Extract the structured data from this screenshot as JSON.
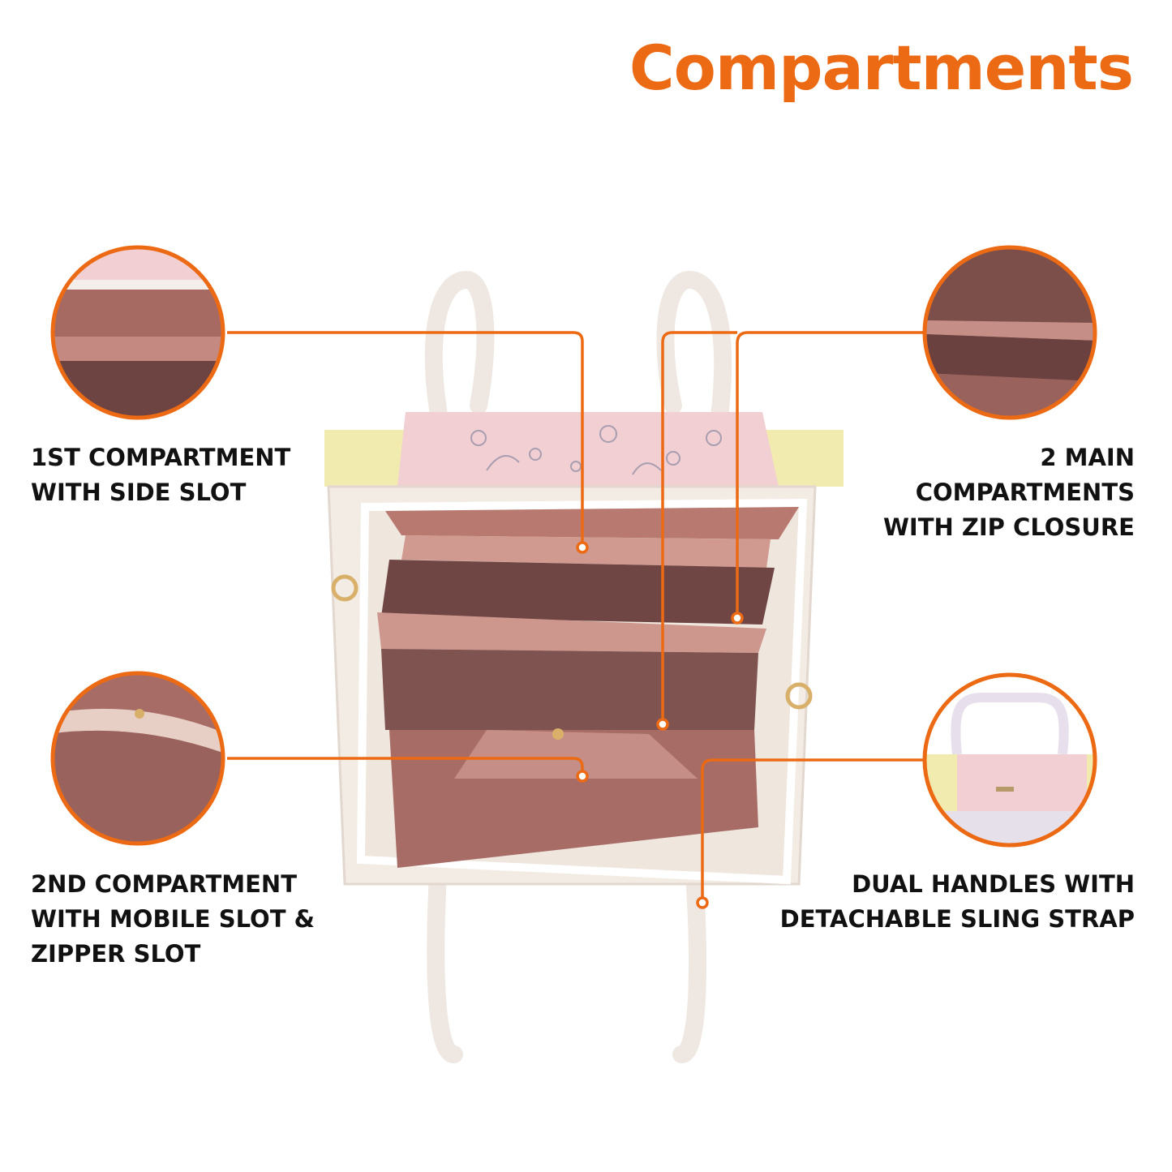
{
  "title": "Compartments",
  "colors": {
    "accent": "#ec6a14",
    "text": "#111111",
    "lining": "#a86a64",
    "lining_dark": "#7a4a46",
    "bag_body": "#f3ece4",
    "floral_panel": "#f2cfd3",
    "trim_yellow": "#f2ebb0"
  },
  "callouts": [
    {
      "id": "c1",
      "icon": "slot-detail-closeup",
      "lines": [
        "1ST COMPARTMENT",
        "WITH SIDE SLOT"
      ]
    },
    {
      "id": "c2",
      "icon": "main-compartments-closeup",
      "lines": [
        "2 MAIN",
        "COMPARTMENTS",
        "WITH ZIP CLOSURE"
      ]
    },
    {
      "id": "c3",
      "icon": "zipper-slot-closeup",
      "lines": [
        "2ND COMPARTMENT",
        "WITH MOBILE SLOT &",
        "ZIPPER SLOT"
      ]
    },
    {
      "id": "c4",
      "icon": "handles-closeup",
      "lines": [
        "DUAL HANDLES WITH",
        "DETACHABLE SLING STRAP"
      ]
    }
  ]
}
